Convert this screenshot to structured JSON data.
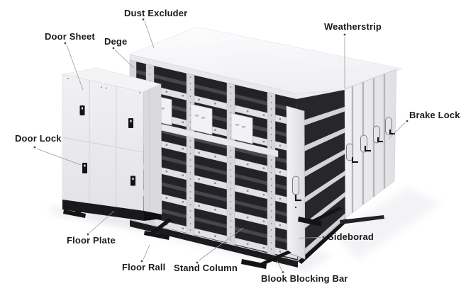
{
  "scene": {
    "description_labels_note": "part labels of a mobile compact shelving unit diagram",
    "labels": [
      {
        "id": "dust-excluder",
        "text": "Dust Excluder"
      },
      {
        "id": "door-sheet",
        "text": "Door Sheet"
      },
      {
        "id": "dege",
        "text": "Dege"
      },
      {
        "id": "weatherstrip",
        "text": "Weatherstrip"
      },
      {
        "id": "brake-lock",
        "text": "Brake Lock"
      },
      {
        "id": "door-lock",
        "text": "Door Lock"
      },
      {
        "id": "floor-plate",
        "text": "Floor Plate"
      },
      {
        "id": "floor-rall",
        "text": "Floor Rall"
      },
      {
        "id": "stand-column",
        "text": "Stand Column"
      },
      {
        "id": "sideborad",
        "text": "Sideborad"
      },
      {
        "id": "blook-blocking-bar",
        "text": "Blook Blocking Bar"
      }
    ],
    "palette": {
      "background": "#ffffff",
      "cabinet_body": "#ececef",
      "cabinet_top": "#f7f7f9",
      "interior_dark": "#232327",
      "shelf_edge": "#e2e2e6",
      "rail_black": "#141416",
      "label_color": "#1b1b1b",
      "leader_color": "#9a9aa0"
    }
  }
}
